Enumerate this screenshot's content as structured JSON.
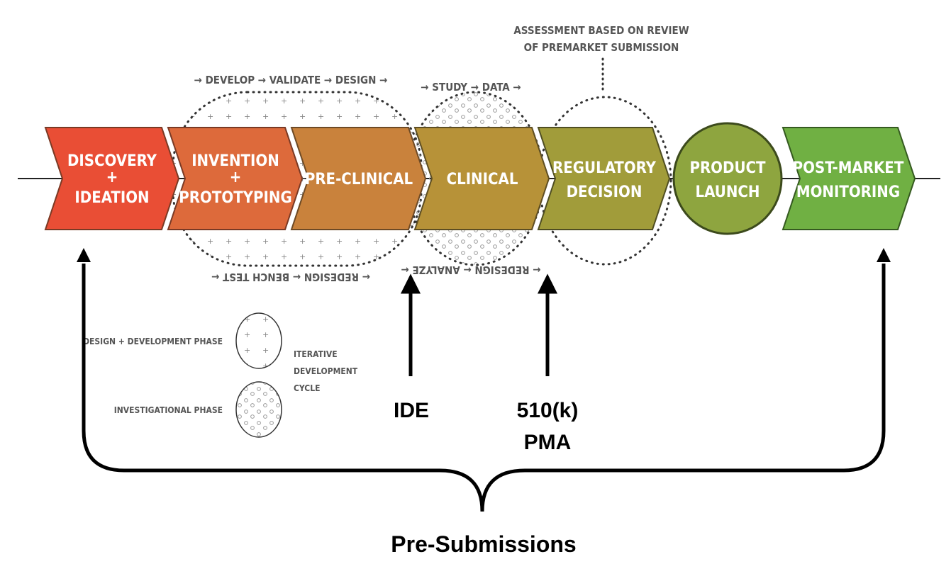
{
  "stages": [
    {
      "line1": "DISCOVERY",
      "line2": "+",
      "line3": "IDEATION",
      "color": "#e94e35"
    },
    {
      "line1": "INVENTION",
      "line2": "+",
      "line3": "PROTOTYPING",
      "color": "#dd6a3b"
    },
    {
      "line1": "PRE-CLINICAL",
      "line2": "",
      "line3": "",
      "color": "#c9823c"
    },
    {
      "line1": "CLINICAL",
      "line2": "",
      "line3": "",
      "color": "#b79238"
    },
    {
      "line1": "REGULATORY",
      "line2": "DECISION",
      "line3": "",
      "color": "#a19c3a"
    },
    {
      "line1": "PRODUCT",
      "line2": "LAUNCH",
      "line3": "",
      "color": "#8ea53f"
    },
    {
      "line1": "POST-MARKET",
      "line2": "MONITORING",
      "line3": "",
      "color": "#70b043"
    }
  ],
  "cycle_top_1": "→ DEVELOP → VALIDATE → DESIGN →",
  "cycle_bottom_1": "← REDESIGN ← BENCH TEST ←",
  "cycle_top_2": "→ STUDY → DATA →",
  "cycle_bottom_2": "← REDESIGN ← ANALYZE ←",
  "assessment_line1": "ASSESSMENT BASED ON REVIEW",
  "assessment_line2": "OF PREMARKET SUBMISSION",
  "legend": {
    "design_phase": "DESIGN + DEVELOPMENT PHASE",
    "investigational_phase": "INVESTIGATIONAL PHASE",
    "iterative_1": "ITERATIVE",
    "iterative_2": "DEVELOPMENT",
    "iterative_3": "CYCLE"
  },
  "submissions": {
    "ide": "IDE",
    "k510": "510(k)",
    "pma": "PMA"
  },
  "pre_submissions": "Pre-Submissions",
  "colors": {
    "text_gray": "#555555",
    "arrow": "#000000"
  }
}
